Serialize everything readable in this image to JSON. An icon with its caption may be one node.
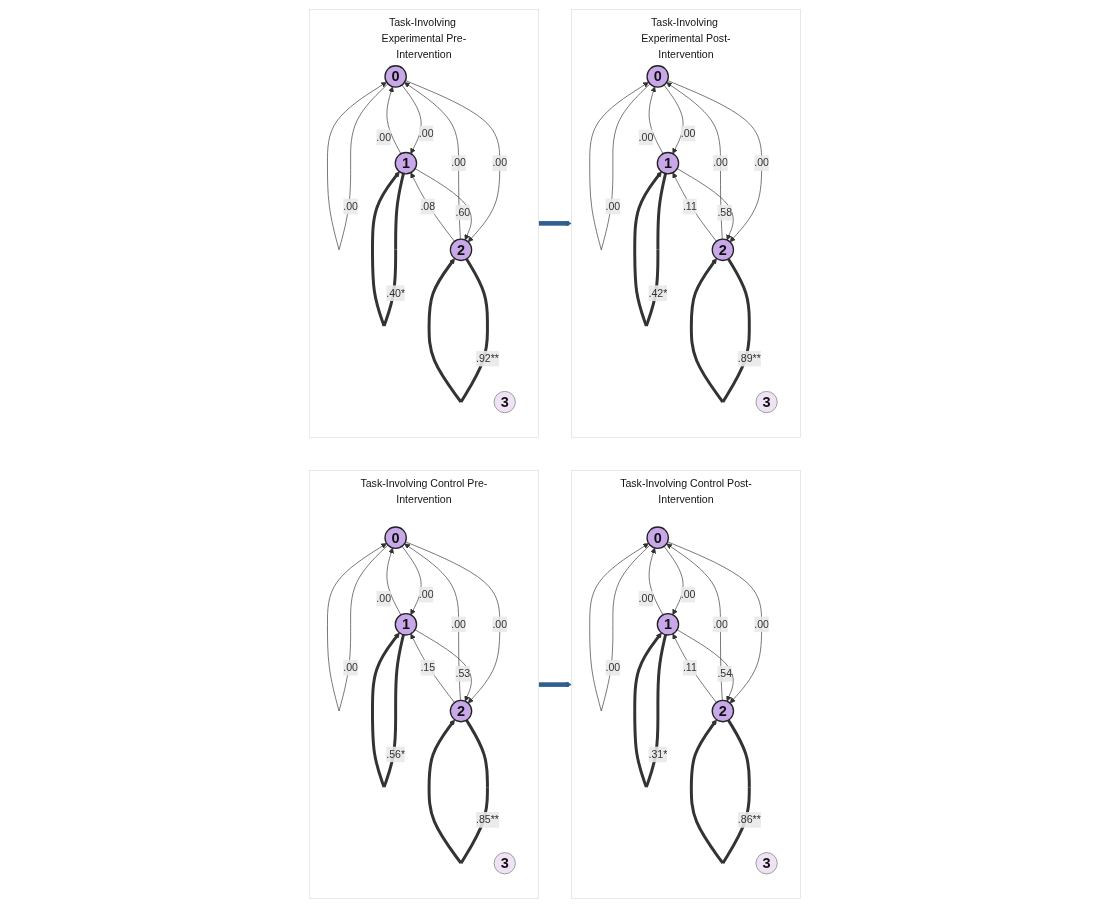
{
  "diagram": {
    "nodes": [
      {
        "text": [
          "Task-Involving Experimental Pre-Intervention"
        ]
      },
      {
        "text": [
          "0"
        ],
        "in": 0
      },
      {
        "text": [
          "1"
        ],
        "in": 0
      },
      {
        "text": [
          "2"
        ],
        "in": 0
      },
      {
        "text": [
          "3"
        ],
        "in": 0
      },
      {
        "text": [
          "Task-Involving Experimental Post-Intervention"
        ]
      },
      {
        "text": [
          "0"
        ],
        "in": 5
      },
      {
        "text": [
          "1"
        ],
        "in": 5
      },
      {
        "text": [
          "2"
        ],
        "in": 5
      },
      {
        "text": [
          "3"
        ],
        "in": 5
      },
      {
        "text": [
          "Task-Involving Control Pre-Intervention"
        ]
      },
      {
        "text": [
          "0"
        ],
        "in": 10
      },
      {
        "text": [
          "1"
        ],
        "in": 10
      },
      {
        "text": [
          "2"
        ],
        "in": 10
      },
      {
        "text": [
          "3"
        ],
        "in": 10
      },
      {
        "text": [
          "Task-Involving Control Post-Intervention"
        ]
      },
      {
        "text": [
          "0"
        ],
        "in": 15
      },
      {
        "text": [
          "1"
        ],
        "in": 15
      },
      {
        "text": [
          "2"
        ],
        "in": 15
      },
      {
        "text": [
          "3"
        ],
        "in": 15
      }
    ],
    "edges": [
      {
        "from": 1,
        "to": 1,
        "arrow": "to",
        "label": ".00"
      },
      {
        "from": 2,
        "to": 1,
        "arrow": "to",
        "label": ".00"
      },
      {
        "from": 1,
        "to": 2,
        "arrow": "to",
        "label": ".00"
      },
      {
        "from": 1,
        "to": 3,
        "arrow": "to",
        "label": ".00"
      },
      {
        "from": 3,
        "to": 1,
        "arrow": "to",
        "label": ".00"
      },
      {
        "from": 2,
        "to": 3,
        "arrow": "to",
        "label": ".60"
      },
      {
        "from": 3,
        "to": 2,
        "arrow": "to",
        "label": ".08"
      },
      {
        "from": 2,
        "to": 2,
        "arrow": "to",
        "label": ".40*",
        "style": "thick"
      },
      {
        "from": 3,
        "to": 3,
        "arrow": "to",
        "label": ".92**",
        "style": "thick"
      },
      {
        "from": 6,
        "to": 6,
        "arrow": "to",
        "label": ".00"
      },
      {
        "from": 7,
        "to": 6,
        "arrow": "to",
        "label": ".00"
      },
      {
        "from": 6,
        "to": 7,
        "arrow": "to",
        "label": ".00"
      },
      {
        "from": 6,
        "to": 8,
        "arrow": "to",
        "label": ".00"
      },
      {
        "from": 8,
        "to": 6,
        "arrow": "to",
        "label": ".00"
      },
      {
        "from": 7,
        "to": 8,
        "arrow": "to",
        "label": ".58"
      },
      {
        "from": 8,
        "to": 7,
        "arrow": "to",
        "label": ".11"
      },
      {
        "from": 7,
        "to": 7,
        "arrow": "to",
        "label": ".42*",
        "style": "thick"
      },
      {
        "from": 8,
        "to": 8,
        "arrow": "to",
        "label": ".89**",
        "style": "thick"
      },
      {
        "from": 11,
        "to": 11,
        "arrow": "to",
        "label": ".00"
      },
      {
        "from": 12,
        "to": 11,
        "arrow": "to",
        "label": ".00"
      },
      {
        "from": 11,
        "to": 12,
        "arrow": "to",
        "label": ".00"
      },
      {
        "from": 11,
        "to": 13,
        "arrow": "to",
        "label": ".00"
      },
      {
        "from": 13,
        "to": 11,
        "arrow": "to",
        "label": ".00"
      },
      {
        "from": 12,
        "to": 13,
        "arrow": "to",
        "label": ".53"
      },
      {
        "from": 13,
        "to": 12,
        "arrow": "to",
        "label": ".15"
      },
      {
        "from": 12,
        "to": 12,
        "arrow": "to",
        "label": ".56*",
        "style": "thick"
      },
      {
        "from": 13,
        "to": 13,
        "arrow": "to",
        "label": ".85**",
        "style": "thick"
      },
      {
        "from": 16,
        "to": 16,
        "arrow": "to",
        "label": ".00"
      },
      {
        "from": 17,
        "to": 16,
        "arrow": "to",
        "label": ".00"
      },
      {
        "from": 16,
        "to": 17,
        "arrow": "to",
        "label": ".00"
      },
      {
        "from": 16,
        "to": 18,
        "arrow": "to",
        "label": ".00"
      },
      {
        "from": 18,
        "to": 16,
        "arrow": "to",
        "label": ".00"
      },
      {
        "from": 17,
        "to": 18,
        "arrow": "to",
        "label": ".54"
      },
      {
        "from": 18,
        "to": 17,
        "arrow": "to",
        "label": ".11"
      },
      {
        "from": 17,
        "to": 17,
        "arrow": "to",
        "label": ".31*",
        "style": "thick"
      },
      {
        "from": 18,
        "to": 18,
        "arrow": "to",
        "label": ".86**",
        "style": "thick"
      },
      {
        "from": 0,
        "to": 5,
        "arrow": "to",
        "style": "thick",
        "color": "#2f5f8f"
      },
      {
        "from": 10,
        "to": 15,
        "arrow": "to",
        "style": "thick",
        "color": "#2f5f8f"
      }
    ]
  }
}
